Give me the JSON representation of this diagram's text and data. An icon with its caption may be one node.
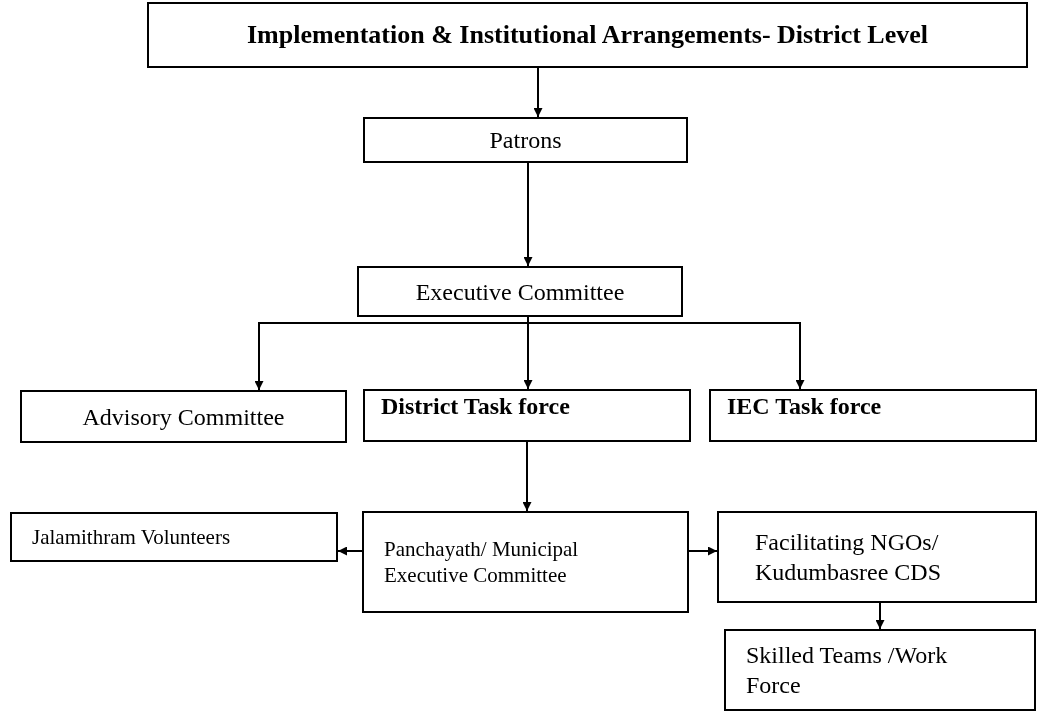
{
  "diagram": {
    "nodes": [
      {
        "text": [
          "Implementation & Institutional Arrangements- District Level"
        ]
      },
      {
        "text": [
          "Patrons"
        ]
      },
      {
        "text": [
          "Executive Committee"
        ]
      },
      {
        "text": [
          "Advisory Committee"
        ]
      },
      {
        "text": [
          "District Task force"
        ]
      },
      {
        "text": [
          "IEC Task force"
        ]
      },
      {
        "text": [
          "Jalamithram Volunteers"
        ]
      },
      {
        "text": [
          "Panchayath/ Municipal Executive Committee"
        ]
      },
      {
        "text": [
          "Facilitating NGOs/ Kudumbasree CDS"
        ]
      },
      {
        "text": [
          "Skilled Teams /Work Force"
        ]
      }
    ],
    "edges": [
      {
        "from": 0,
        "to": 1,
        "arrow": "to"
      },
      {
        "from": 1,
        "to": 2,
        "arrow": "to"
      },
      {
        "from": 2,
        "to": 3,
        "arrow": "to"
      },
      {
        "from": 2,
        "to": 4,
        "arrow": "to"
      },
      {
        "from": 2,
        "to": 5,
        "arrow": "to"
      },
      {
        "from": 4,
        "to": 7,
        "arrow": "to"
      },
      {
        "from": 7,
        "to": 6,
        "arrow": "to"
      },
      {
        "from": 7,
        "to": 8,
        "arrow": "to"
      },
      {
        "from": 8,
        "to": 9,
        "arrow": "to"
      }
    ]
  }
}
